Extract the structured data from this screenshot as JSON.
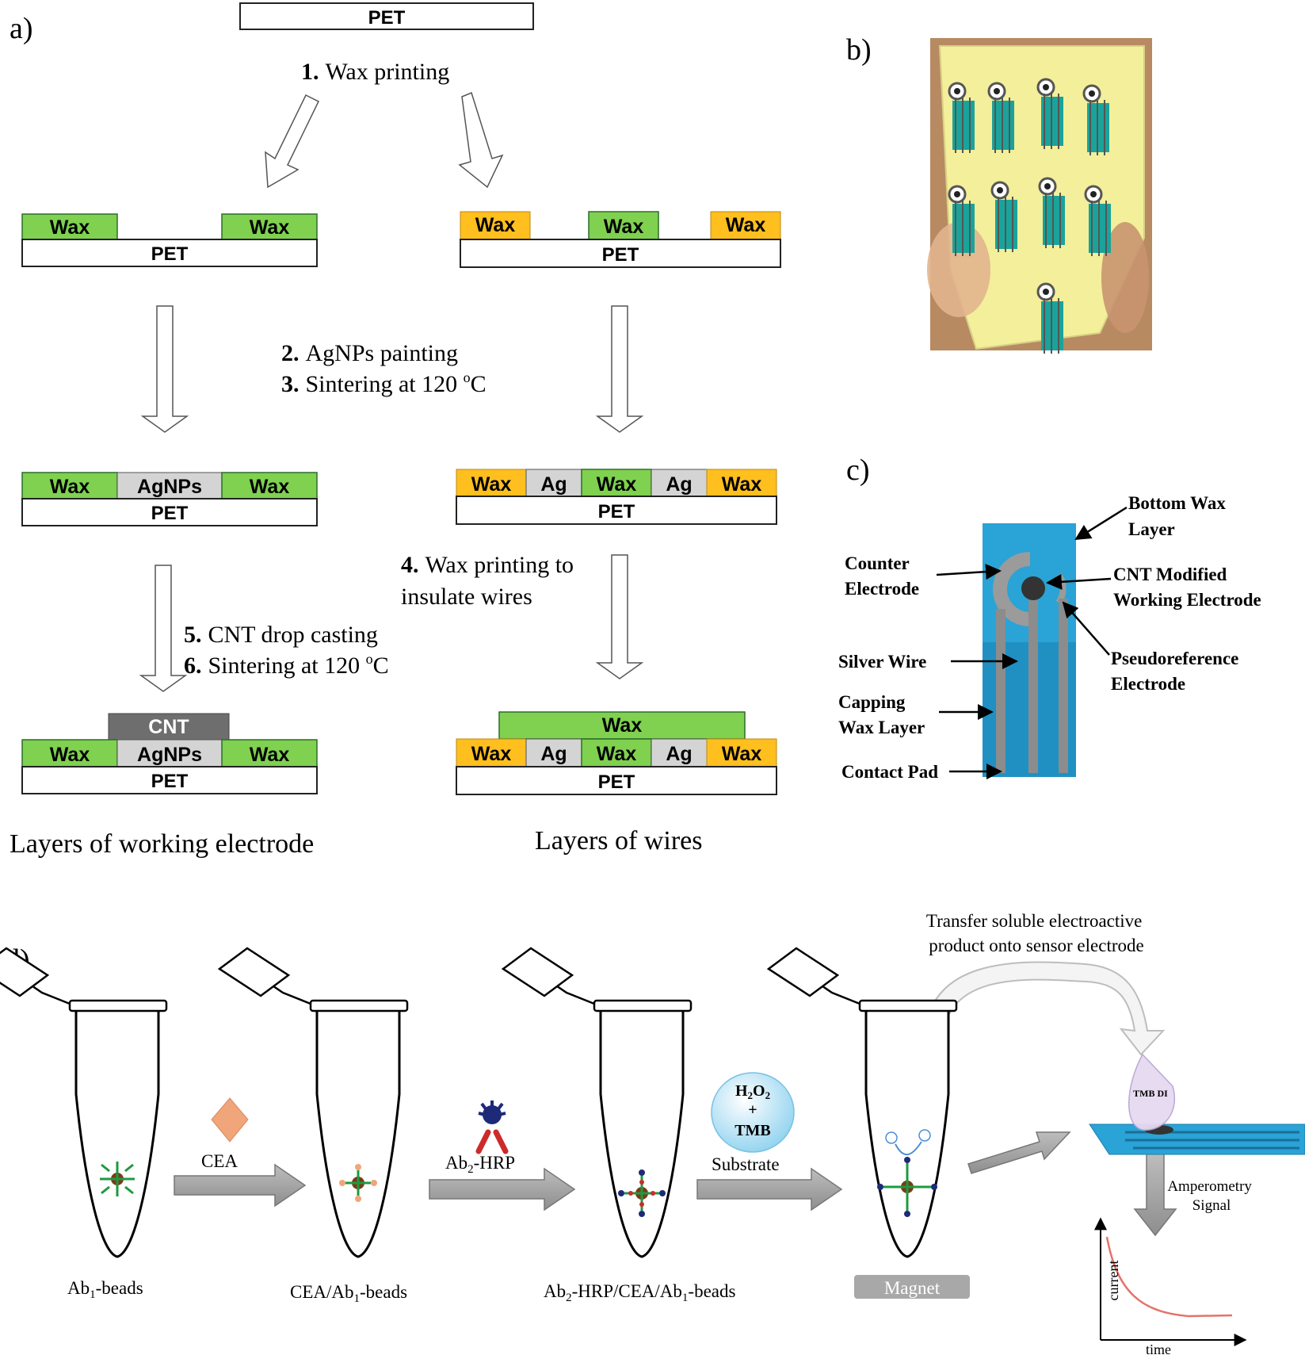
{
  "colors": {
    "wax_green": "#7fd14f",
    "wax_yellow": "#ffbf1f",
    "ag_gray": "#d4d4d4",
    "cnt_gray": "#6e6e6e",
    "pet_white": "#ffffff",
    "sensor_blue": "#2aa3d6",
    "sheet_yellow": "#f3ef9a",
    "decay_red": "#e4736b",
    "magnet_gray": "#a8a8a8"
  },
  "panel_a": {
    "label": "a)",
    "pet_top": "PET",
    "step1": {
      "num": "1.",
      "text": "Wax printing"
    },
    "step2": {
      "num": "2.",
      "text": "AgNPs painting"
    },
    "step3": {
      "num": "3.",
      "text": "Sintering at 120 ",
      "sup": "o",
      "unit": "C"
    },
    "step4": {
      "num": "4.",
      "text1": "Wax printing to",
      "text2": "insulate wires"
    },
    "step5": {
      "num": "5.",
      "text": "CNT drop casting"
    },
    "step6": {
      "num": "6.",
      "text": "Sintering at 120 ",
      "sup": "o",
      "unit": "C"
    },
    "caption_left": "Layers of working electrode",
    "caption_right": "Layers of wires",
    "layer_labels": {
      "wax": "Wax",
      "pet": "PET",
      "agnps": "AgNPs",
      "ag": "Ag",
      "cnt": "CNT"
    }
  },
  "panel_b": {
    "label": "b)"
  },
  "panel_c": {
    "label": "c)",
    "bottom_wax": [
      "Bottom Wax",
      "Layer"
    ],
    "counter": [
      "Counter",
      "Electrode"
    ],
    "cnt_we": [
      "CNT Modified",
      "Working Electrode"
    ],
    "silver_wire": "Silver Wire",
    "pseudo": [
      "Pseudoreference",
      "Electrode"
    ],
    "capping": [
      "Capping",
      "Wax Layer"
    ],
    "contact_pad": "Contact Pad"
  },
  "panel_d": {
    "label": "d)",
    "transfer": [
      "Transfer soluble electroactive",
      "product onto sensor electrode"
    ],
    "cea": "CEA",
    "ab2hrp": {
      "pre": "Ab",
      "sub": "2",
      "post": "-HRP"
    },
    "substrate": "Substrate",
    "h2o2": {
      "pre": "H",
      "sub1": "2",
      "mid": "O",
      "sub2": "2"
    },
    "plus": "+",
    "tmb": "TMB",
    "tmb_drop": "TMB DI",
    "tube1": {
      "pre": "Ab",
      "sub": "1",
      "post": "-beads"
    },
    "tube2": {
      "pre": "CEA/Ab",
      "sub": "1",
      "post": "-beads"
    },
    "tube3": {
      "pre": "Ab",
      "sub": "2",
      "mid": "-HRP/CEA/Ab",
      "sub2": "1",
      "post": "-beads"
    },
    "magnet": "Magnet",
    "amperometry": [
      "Amperometry",
      "Signal"
    ],
    "y_label": "current",
    "x_label": "time"
  }
}
